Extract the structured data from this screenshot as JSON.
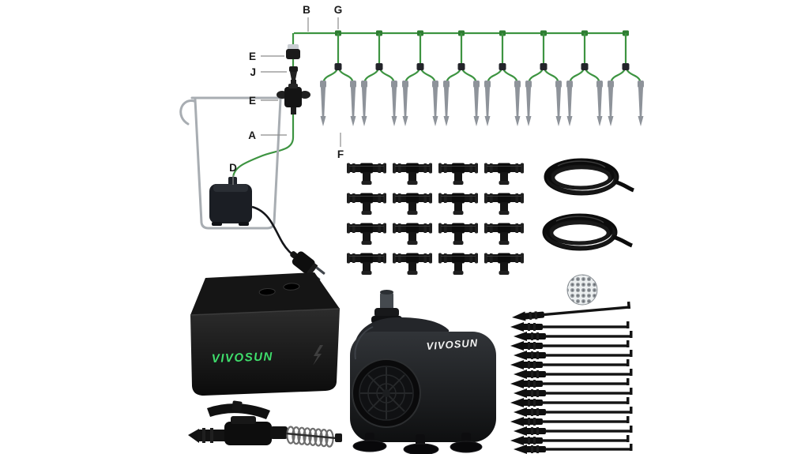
{
  "canvas": {
    "background": "#ffffff"
  },
  "diagram": {
    "labels": {
      "b": "B",
      "g": "G",
      "e_top": "E",
      "j": "J",
      "e_mid": "E",
      "a": "A",
      "d": "D",
      "f": "F"
    },
    "colors": {
      "tube_green": "#3d9441",
      "fitting_green_dark": "#2e7d32",
      "stake_gray": "#8e939a",
      "bucket_gray": "#a8adb2",
      "label_text": "#1a1a1a",
      "label_line": "#8c8c8c",
      "part_black": "#121212"
    }
  },
  "branding": {
    "timer_logo": "VIVOSUN",
    "timer_logo_color": "#3fdf6c",
    "pump_logo": "VIVOSUN",
    "pump_logo_color": "#f2f2f2"
  }
}
